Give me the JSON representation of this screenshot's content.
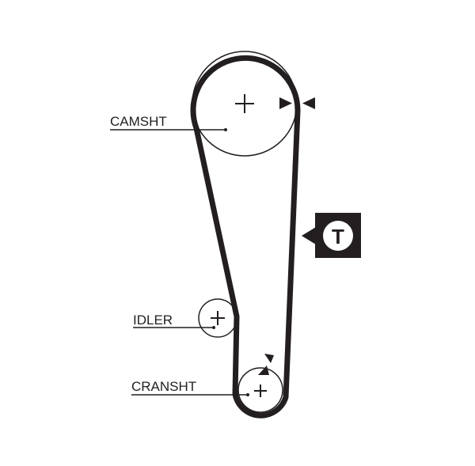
{
  "labels": {
    "camshaft": "CAMSHT",
    "idler": "IDLER",
    "crankshaft": "CRANSHT",
    "tensioner": "T"
  },
  "colors": {
    "ink": "#231f20",
    "background": "#ffffff"
  },
  "icons": {
    "center_mark": "plus-sign",
    "timing_mark": "triangle-arrow",
    "tensioner_marker": "square-badge-with-circle"
  }
}
